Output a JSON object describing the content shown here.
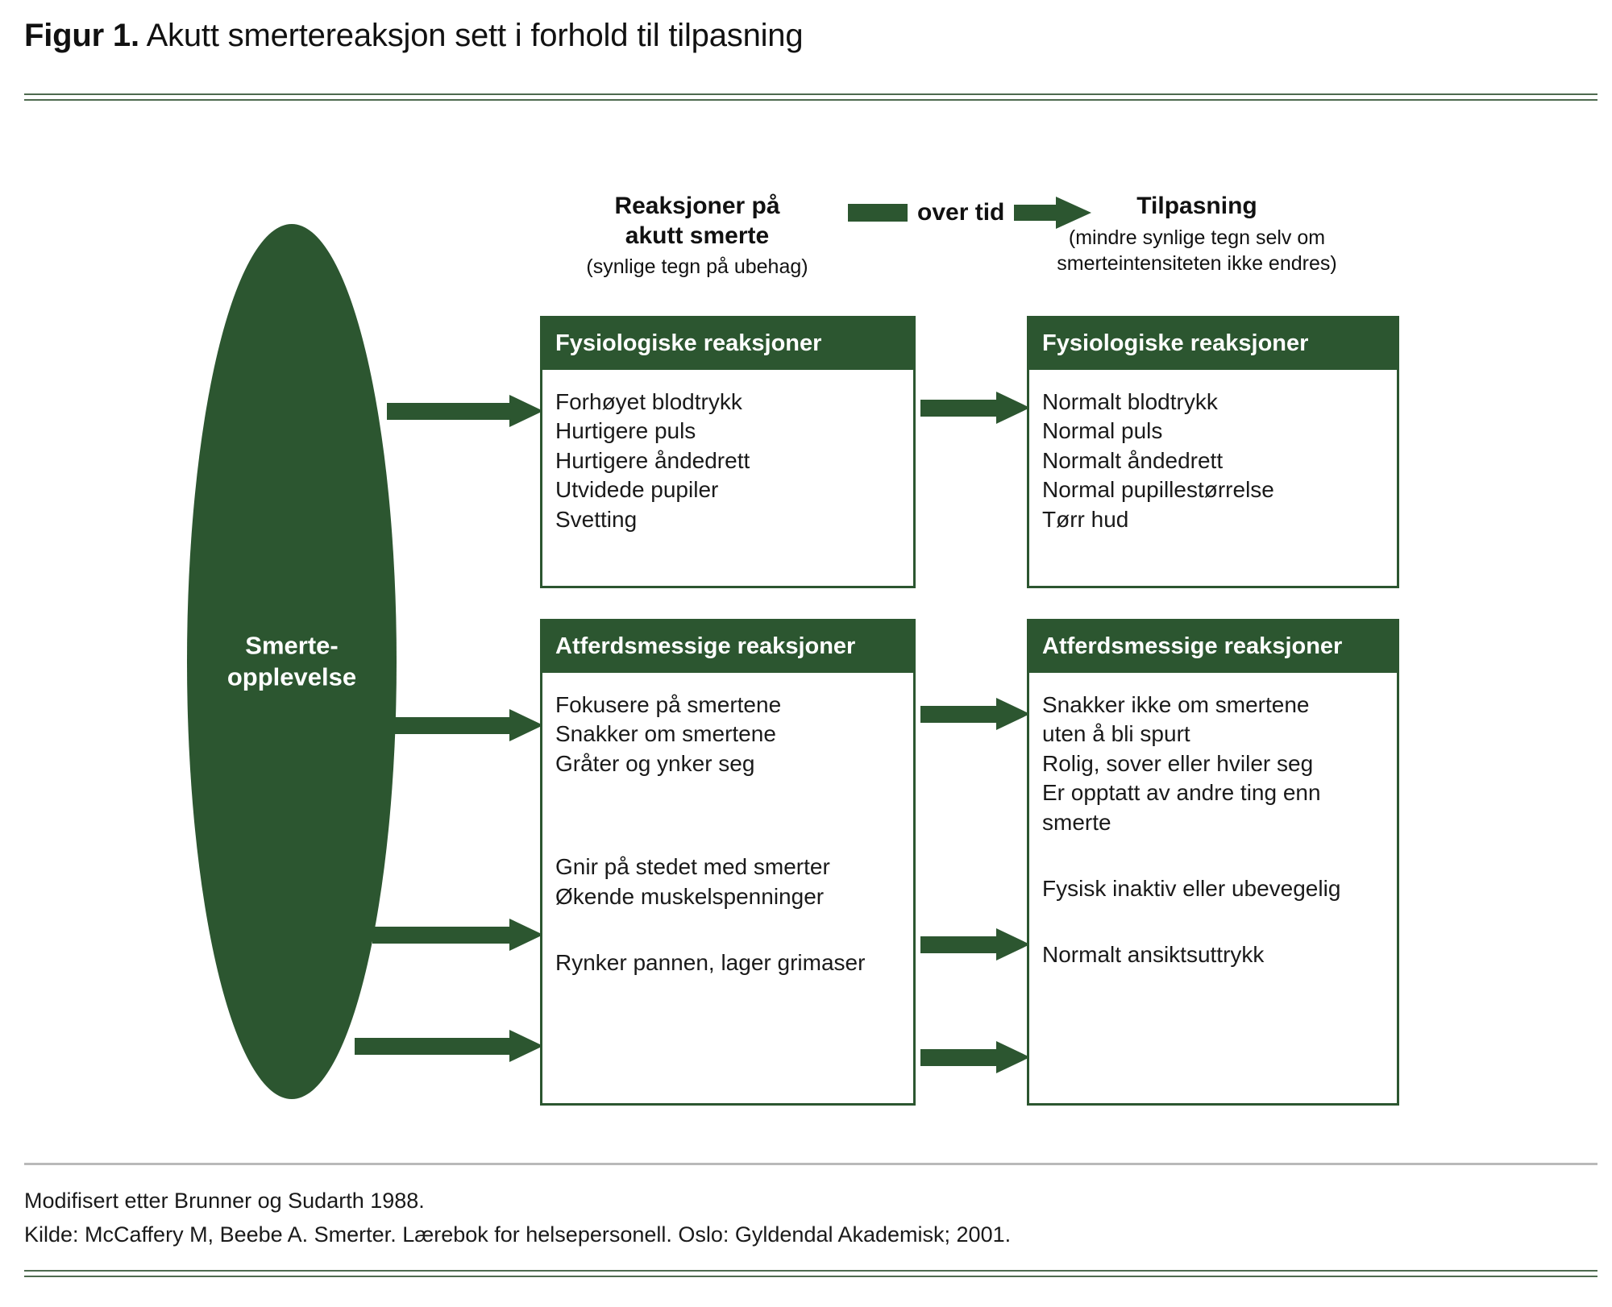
{
  "figure": {
    "label": "Figur 1.",
    "title": "Akutt smertereaksjon sett i forhold til tilpasning"
  },
  "source_node": {
    "line1": "Smerte-",
    "line2": "opplevelse"
  },
  "column_headers": {
    "left": {
      "title_line1": "Reaksjoner på",
      "title_line2": "akutt smerte",
      "subtitle": "(synlige tegn på ubehag)"
    },
    "transition": {
      "label": "over tid",
      "bar_icon": "green-bar-icon",
      "arrow_icon": "right-arrow-icon"
    },
    "right": {
      "title": "Tilpasning",
      "subtitle_line1": "(mindre synlige tegn selv om",
      "subtitle_line2": "smerteintensiteten ikke endres)"
    }
  },
  "boxes": {
    "phys_left": {
      "header": "Fysiologiske reaksjoner",
      "items": [
        "Forhøyet blodtrykk",
        "Hurtigere puls",
        "Hurtigere åndedrett",
        "Utvidede pupiler",
        "Svetting"
      ]
    },
    "phys_right": {
      "header": "Fysiologiske reaksjoner",
      "items": [
        "Normalt blodtrykk",
        "Normal puls",
        "Normalt åndedrett",
        "Normal pupillestørrelse",
        "Tørr hud"
      ]
    },
    "beh_left": {
      "header": "Atferdsmessige reaksjoner",
      "group1": [
        "Fokusere på smertene",
        "Snakker om smertene",
        "Gråter og ynker seg"
      ],
      "group2": [
        "Gnir på stedet med smerter",
        "Økende muskelspenninger"
      ],
      "group3": [
        "Rynker pannen, lager grimaser"
      ]
    },
    "beh_right": {
      "header": "Atferdsmessige reaksjoner",
      "group1": [
        "Snakker ikke om smertene",
        "uten å bli spurt",
        "Rolig, sover eller hviler seg",
        "Er opptatt av andre ting enn",
        "smerte"
      ],
      "group2": [
        "Fysisk inaktiv eller ubevegelig"
      ],
      "group3": [
        "Normalt ansiktsuttrykk"
      ]
    }
  },
  "footer": {
    "line1": "Modifisert etter Brunner og Sudarth 1988.",
    "line2": "Kilde: McCaffery M, Beebe A. Smerter. Lærebok for helsepersonell. Oslo: Gyldendal Akademisk; 2001."
  },
  "colors": {
    "brand_green": "#2c5630",
    "rule_green": "#4e6b4f",
    "rule_gray": "#b9b9b9",
    "text": "#111111"
  }
}
